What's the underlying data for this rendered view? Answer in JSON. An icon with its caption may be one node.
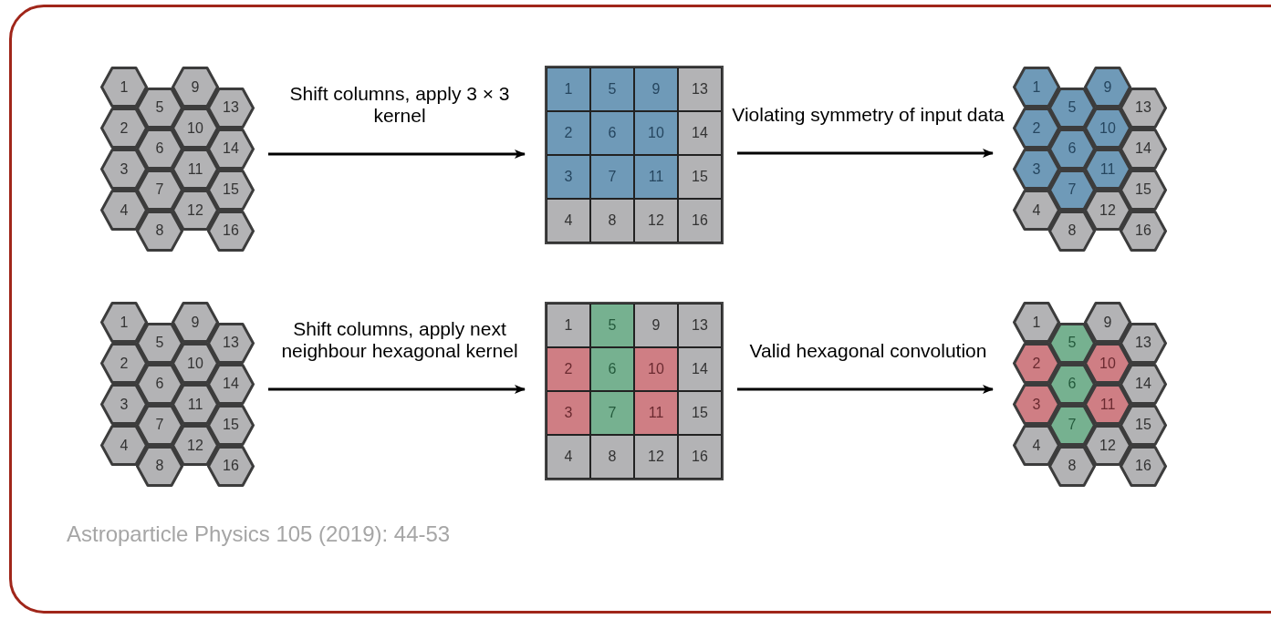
{
  "diagram": {
    "nodes": [
      {
        "text": [],
        "shape": "hexagons"
      },
      {
        "text": [
          "1"
        ],
        "in": 0
      },
      {
        "text": [
          "2"
        ],
        "in": 0
      },
      {
        "text": [
          "3"
        ],
        "in": 0
      },
      {
        "text": [
          "4"
        ],
        "in": 0
      },
      {
        "text": [
          "5"
        ],
        "in": 0
      },
      {
        "text": [
          "6"
        ],
        "in": 0
      },
      {
        "text": [
          "7"
        ],
        "in": 0
      },
      {
        "text": [
          "8"
        ],
        "in": 0
      },
      {
        "text": [
          "9"
        ],
        "in": 0
      },
      {
        "text": [
          "10"
        ],
        "in": 0
      },
      {
        "text": [
          "11"
        ],
        "in": 0
      },
      {
        "text": [
          "12"
        ],
        "in": 0
      },
      {
        "text": [
          "13"
        ],
        "in": 0
      },
      {
        "text": [
          "14"
        ],
        "in": 0
      },
      {
        "text": [
          "15"
        ],
        "in": 0
      },
      {
        "text": [
          "16"
        ],
        "in": 0
      },
      {
        "text": [],
        "shape": "grid"
      },
      {
        "text": [
          "1"
        ],
        "in": 17
      },
      {
        "text": [
          "2"
        ],
        "in": 17
      },
      {
        "text": [
          "3"
        ],
        "in": 17
      },
      {
        "text": [
          "4"
        ],
        "in": 17
      },
      {
        "text": [
          "5"
        ],
        "in": 17
      },
      {
        "text": [
          "6"
        ],
        "in": 17
      },
      {
        "text": [
          "7"
        ],
        "in": 17
      },
      {
        "text": [
          "8"
        ],
        "in": 17
      },
      {
        "text": [
          "9"
        ],
        "in": 17
      },
      {
        "text": [
          "10"
        ],
        "in": 17
      },
      {
        "text": [
          "11"
        ],
        "in": 17
      },
      {
        "text": [
          "12"
        ],
        "in": 17
      },
      {
        "text": [
          "13"
        ],
        "in": 17
      },
      {
        "text": [
          "14"
        ],
        "in": 17
      },
      {
        "text": [
          "15"
        ],
        "in": 17
      },
      {
        "text": [
          "16"
        ],
        "in": 17
      },
      {
        "text": [],
        "shape": "hexagons"
      },
      {
        "text": [
          "1"
        ],
        "in": 34
      },
      {
        "text": [
          "2"
        ],
        "in": 34
      },
      {
        "text": [
          "3"
        ],
        "in": 34
      },
      {
        "text": [
          "4"
        ],
        "in": 34
      },
      {
        "text": [
          "5"
        ],
        "in": 34
      },
      {
        "text": [
          "6"
        ],
        "in": 34
      },
      {
        "text": [
          "7"
        ],
        "in": 34
      },
      {
        "text": [
          "8"
        ],
        "in": 34
      },
      {
        "text": [
          "9"
        ],
        "in": 34
      },
      {
        "text": [
          "10"
        ],
        "in": 34
      },
      {
        "text": [
          "11"
        ],
        "in": 34
      },
      {
        "text": [
          "12"
        ],
        "in": 34
      },
      {
        "text": [
          "13"
        ],
        "in": 34
      },
      {
        "text": [
          "14"
        ],
        "in": 34
      },
      {
        "text": [
          "15"
        ],
        "in": 34
      },
      {
        "text": [
          "16"
        ],
        "in": 34
      },
      {
        "text": [],
        "shape": "hexagons"
      },
      {
        "text": [
          "1"
        ],
        "in": 51
      },
      {
        "text": [
          "2"
        ],
        "in": 51
      },
      {
        "text": [
          "3"
        ],
        "in": 51
      },
      {
        "text": [
          "4"
        ],
        "in": 51
      },
      {
        "text": [
          "5"
        ],
        "in": 51
      },
      {
        "text": [
          "6"
        ],
        "in": 51
      },
      {
        "text": [
          "7"
        ],
        "in": 51
      },
      {
        "text": [
          "8"
        ],
        "in": 51
      },
      {
        "text": [
          "9"
        ],
        "in": 51
      },
      {
        "text": [
          "10"
        ],
        "in": 51
      },
      {
        "text": [
          "11"
        ],
        "in": 51
      },
      {
        "text": [
          "12"
        ],
        "in": 51
      },
      {
        "text": [
          "13"
        ],
        "in": 51
      },
      {
        "text": [
          "14"
        ],
        "in": 51
      },
      {
        "text": [
          "15"
        ],
        "in": 51
      },
      {
        "text": [
          "16"
        ],
        "in": 51
      },
      {
        "text": [],
        "shape": "grid"
      },
      {
        "text": [
          "1"
        ],
        "in": 68
      },
      {
        "text": [
          "2"
        ],
        "in": 68
      },
      {
        "text": [
          "3"
        ],
        "in": 68
      },
      {
        "text": [
          "4"
        ],
        "in": 68
      },
      {
        "text": [
          "5"
        ],
        "in": 68
      },
      {
        "text": [
          "6"
        ],
        "in": 68
      },
      {
        "text": [
          "7"
        ],
        "in": 68
      },
      {
        "text": [
          "8"
        ],
        "in": 68
      },
      {
        "text": [
          "9"
        ],
        "in": 68
      },
      {
        "text": [
          "10"
        ],
        "in": 68
      },
      {
        "text": [
          "11"
        ],
        "in": 68
      },
      {
        "text": [
          "12"
        ],
        "in": 68
      },
      {
        "text": [
          "13"
        ],
        "in": 68
      },
      {
        "text": [
          "14"
        ],
        "in": 68
      },
      {
        "text": [
          "15"
        ],
        "in": 68
      },
      {
        "text": [
          "16"
        ],
        "in": 68
      },
      {
        "text": [],
        "shape": "hexagons"
      },
      {
        "text": [
          "1"
        ],
        "in": 85
      },
      {
        "text": [
          "2"
        ],
        "in": 85
      },
      {
        "text": [
          "3"
        ],
        "in": 85
      },
      {
        "text": [
          "4"
        ],
        "in": 85
      },
      {
        "text": [
          "5"
        ],
        "in": 85
      },
      {
        "text": [
          "6"
        ],
        "in": 85
      },
      {
        "text": [
          "7"
        ],
        "in": 85
      },
      {
        "text": [
          "8"
        ],
        "in": 85
      },
      {
        "text": [
          "9"
        ],
        "in": 85
      },
      {
        "text": [
          "10"
        ],
        "in": 85
      },
      {
        "text": [
          "11"
        ],
        "in": 85
      },
      {
        "text": [
          "12"
        ],
        "in": 85
      },
      {
        "text": [
          "13"
        ],
        "in": 85
      },
      {
        "text": [
          "14"
        ],
        "in": 85
      },
      {
        "text": [
          "15"
        ],
        "in": 85
      },
      {
        "text": [
          "16"
        ],
        "in": 85
      }
    ],
    "edges": [
      {
        "from": 0,
        "to": 17,
        "arrow": "to",
        "label": "Shift columns, apply 3 × 3 kernel"
      },
      {
        "from": 17,
        "to": 34,
        "arrow": "to",
        "label": "Violating symmetry of input data"
      },
      {
        "from": 51,
        "to": 68,
        "arrow": "to",
        "label": "Shift columns, apply next neighbour hexagonal kernel"
      },
      {
        "from": 68,
        "to": 85,
        "arrow": "to",
        "label": "Valid hexagonal convolution"
      }
    ],
    "labels": [
      "Astroparticle Physics 105 (2019): 44-53"
    ]
  }
}
